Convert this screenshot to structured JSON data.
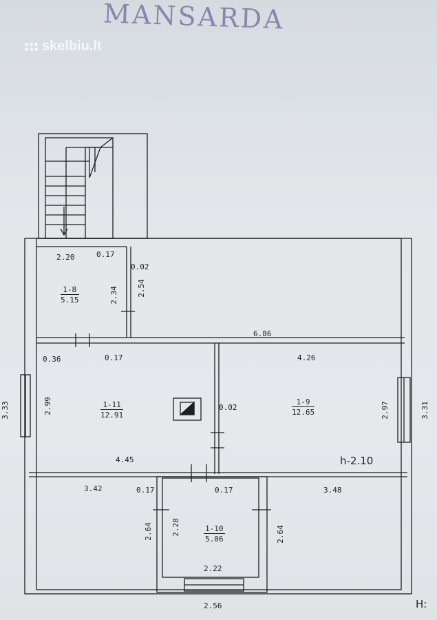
{
  "stamp": "MANSARDA",
  "watermark": "skelbiu.lt",
  "rooms": [
    {
      "id": "1-8",
      "area": "5.15"
    },
    {
      "id": "1-11",
      "area": "12.91"
    },
    {
      "id": "1-9",
      "area": "12.65"
    },
    {
      "id": "1-10",
      "area": "5.06"
    }
  ],
  "dims": {
    "top_2_20": "2.20",
    "top_0_17": "0.17",
    "top_0_02": "0.02",
    "v_2_34": "2.34",
    "v_2_54": "2.54",
    "h_6_86": "6.86",
    "m_0_36": "0.36",
    "m_0_17": "0.17",
    "m_4_26": "4.26",
    "v_2_99": "2.99",
    "m_0_02": "0.02",
    "v_2_97": "2.97",
    "left_3_33": "3.33",
    "right_3_31": "3.31",
    "m_4_45": "4.45",
    "b_3_42": "3.42",
    "b_0_17a": "0.17",
    "b_0_17b": "0.17",
    "b_3_48": "3.48",
    "v_2_64a": "2.64",
    "v_2_28": "2.28",
    "v_2_64b": "2.64",
    "b_2_22": "2.22",
    "b_2_56": "2.56"
  },
  "height_note": "h-2.10",
  "corner_mark": "H:"
}
